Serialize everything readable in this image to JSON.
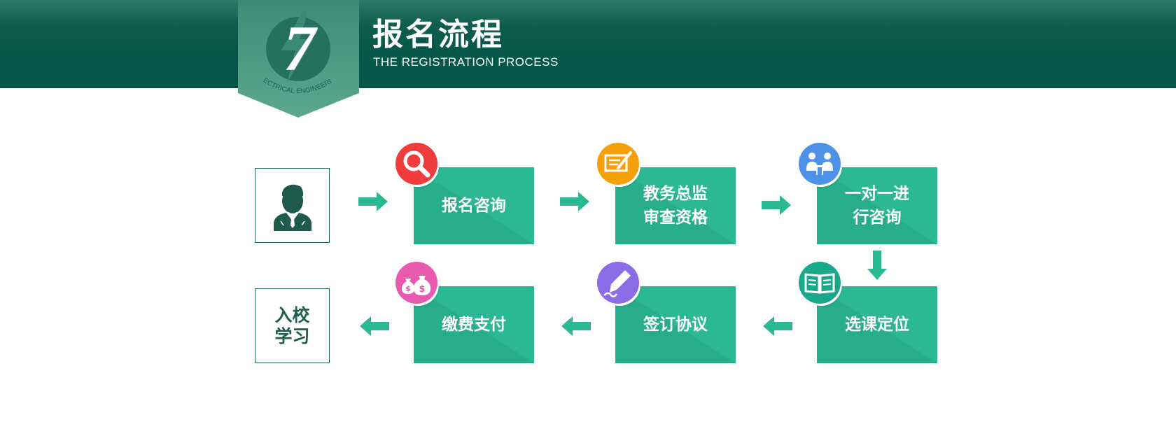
{
  "header": {
    "section_number": "7",
    "badge_caption": "ELECTRICAL ENGINEERING",
    "title_cn": "报名流程",
    "title_en": "THE REGISTRATION PROCESS"
  },
  "start": {
    "icon": "person-icon"
  },
  "steps": [
    {
      "lines": [
        "报名咨询"
      ],
      "icon": "search-icon",
      "icon_color": "#f03c3c"
    },
    {
      "lines": [
        "教务总监",
        "审查资格"
      ],
      "icon": "document-sign-icon",
      "icon_color": "#f5a00a"
    },
    {
      "lines": [
        "一对一进",
        "行咨询"
      ],
      "icon": "consultation-icon",
      "icon_color": "#4d92e6"
    },
    {
      "lines": [
        "选课定位"
      ],
      "icon": "open-book-icon",
      "icon_color": "#1aa88a"
    },
    {
      "lines": [
        "签订协议"
      ],
      "icon": "pen-sign-icon",
      "icon_color": "#8c6be6"
    },
    {
      "lines": [
        "缴费支付"
      ],
      "icon": "money-bags-icon",
      "icon_color": "#e75ab0"
    }
  ],
  "end": {
    "lines": [
      "入校",
      "学习"
    ]
  },
  "colors": {
    "header_bg": "#03574a",
    "step_bg": "#2cb894",
    "arrow": "#2cb894",
    "outline": "#1d6b58"
  }
}
